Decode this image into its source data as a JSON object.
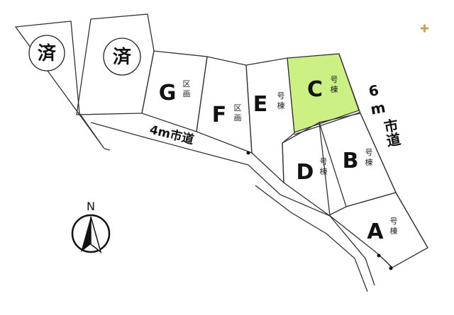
{
  "accent_color": "#ccf083",
  "compass": {
    "label": "N",
    "icon": "north-arrow-icon"
  },
  "roads": {
    "front_road": {
      "width": "4m",
      "name": "市道"
    },
    "side_road": {
      "width": "6",
      "unit": "m",
      "name": "市道"
    }
  },
  "sold_lots": [
    {
      "label": "済"
    },
    {
      "label": "済"
    }
  ],
  "lots": [
    {
      "id": "A",
      "type_line1": "号",
      "type_line2": "棟",
      "highlighted": false
    },
    {
      "id": "B",
      "type_line1": "号",
      "type_line2": "棟",
      "highlighted": false
    },
    {
      "id": "C",
      "type_line1": "号",
      "type_line2": "棟",
      "highlighted": true
    },
    {
      "id": "D",
      "type_line1": "号",
      "type_line2": "棟",
      "highlighted": false
    },
    {
      "id": "E",
      "type_line1": "号",
      "type_line2": "棟",
      "highlighted": false
    },
    {
      "id": "F",
      "type_line1": "区",
      "type_line2": "画",
      "highlighted": false
    },
    {
      "id": "G",
      "type_line1": "区",
      "type_line2": "画",
      "highlighted": false
    }
  ],
  "decor": {
    "plus_icon": "plus-icon",
    "plus_color": "#c8a060"
  }
}
